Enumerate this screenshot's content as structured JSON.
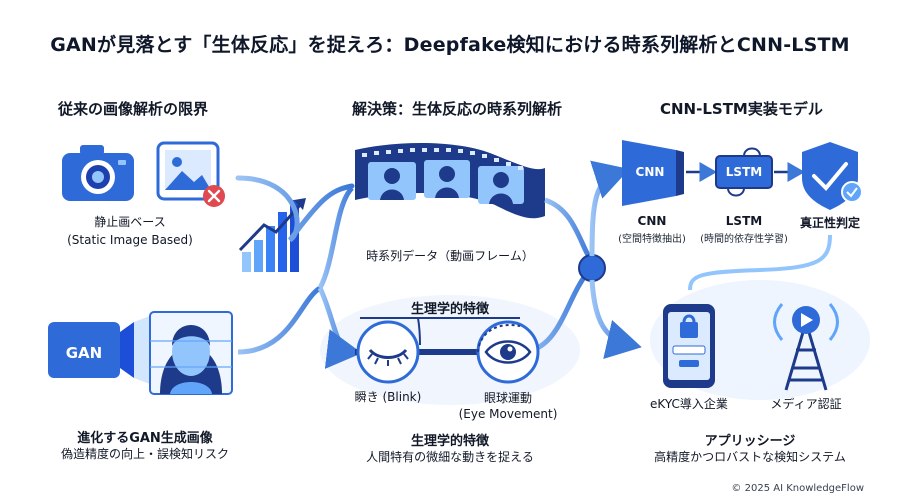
{
  "title": "GANが見落とす「生体反応」を捉えろ：Deepfake検知における時系列解析とCNN-LSTM",
  "sections": {
    "left": {
      "header": "従来の画像解析の限界",
      "static": {
        "title": "静止画ベース",
        "subtitle": "(Static Image Based)"
      },
      "gan_box": "GAN",
      "evolving": {
        "title": "進化するGAN生成画像",
        "subtitle": "偽造精度の向上・誤検知リスク"
      }
    },
    "middle": {
      "header": "解決策：生体反応の時系列解析",
      "film_caption": "時系列データ（動画フレーム）",
      "physio_top": "生理学的特徴",
      "blink": "瞬き (Blink)",
      "eye_movement": {
        "line1": "眼球運動",
        "line2": "(Eye Movement)"
      },
      "physio_bottom": {
        "title": "生理学的特徴",
        "subtitle": "人間特有の微細な動きを捉える"
      }
    },
    "right": {
      "header": "CNN-LSTM実装モデル",
      "cnn": {
        "box": "CNN",
        "label": "CNN",
        "sub": "(空間特徴抽出)"
      },
      "lstm": {
        "box": "LSTM",
        "label": "LSTM",
        "sub": "(時間的依存性学習)"
      },
      "verdict": "真正性判定",
      "ekyc": "eKYC導入企業",
      "media": "メディア認証",
      "apps": {
        "title": "アプリッシージ",
        "subtitle": "高精度かつロバストな検知システム"
      }
    }
  },
  "copyright": "© 2025 AI KnowledgeFlow",
  "colors": {
    "primary": "#2f6bd8",
    "light": "#93c5fd",
    "dark": "#1e3a8a",
    "alert": "#e0494f"
  }
}
